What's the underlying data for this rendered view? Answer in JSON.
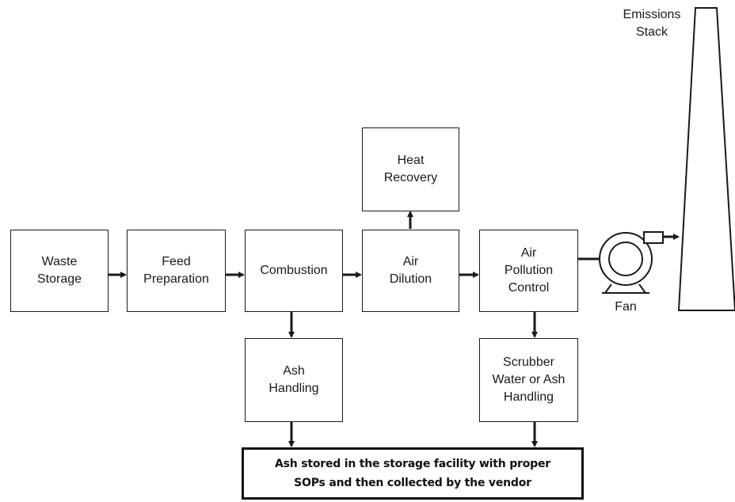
{
  "boxes": {
    "waste_storage": "Waste\nStorage",
    "feed_preparation": "Feed\nPreparation",
    "combustion": "Combustion",
    "air_dilution": "Air\nDilution",
    "heat_recovery": "Heat\nRecovery",
    "air_pollution_control": "Air\nPollution\nControl",
    "ash_handling": "Ash\nHandling",
    "scrubber_handling": "Scrubber\nWater or Ash\nHandling"
  },
  "labels": {
    "fan": "Fan",
    "emissions_stack": "Emissions\nStack"
  },
  "note": "Ash stored in the storage facility with proper\nSOPs and then collected by the vendor",
  "colors": {
    "line": "#1a1a1a",
    "background": "#ffffff"
  },
  "icons": [
    "fan-icon",
    "emissions-stack-icon"
  ]
}
